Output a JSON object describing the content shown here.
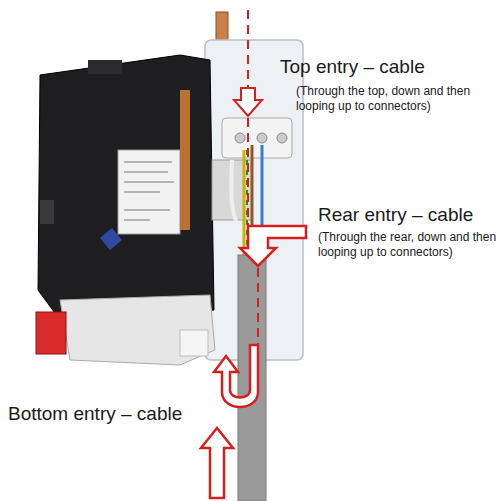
{
  "diagram": {
    "labels": [
      "Top entry – cable",
      "(Through the top, down and then looping up to connectors)",
      "Rear entry – cable",
      "(Through the rear, down and then looping up to connectors)",
      "Bottom entry – cable"
    ]
  }
}
